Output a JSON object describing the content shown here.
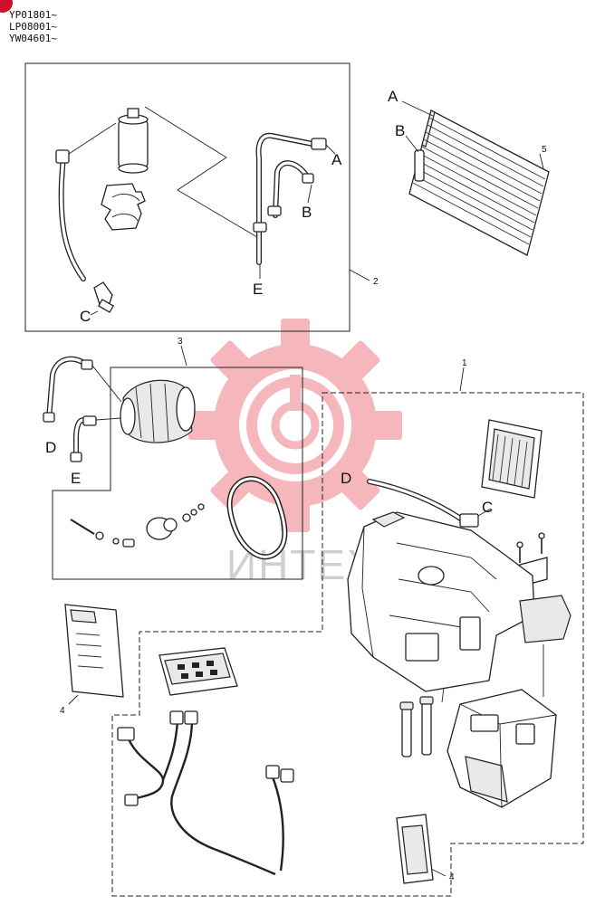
{
  "serials": [
    "YP01801~",
    "LP08001~",
    "YW04601~"
  ],
  "callouts": {
    "group2": {
      "A": "A",
      "B": "B",
      "C": "C",
      "E": "E"
    },
    "condenser": {
      "A": "A",
      "B": "B"
    },
    "group3": {
      "D": "D",
      "E": "E"
    },
    "group1": {
      "D": "D",
      "C": "C"
    }
  },
  "part_numbers": {
    "hose_group": "2",
    "compressor_group": "3",
    "unit_group": "1",
    "condenser": "5",
    "controller_left": "4",
    "controller_bottom": "4"
  },
  "watermark": "ИНТЕХ",
  "colors": {
    "watermark_gear": "#f2a0a6",
    "line": "#222222",
    "badge": "#d0102a"
  }
}
